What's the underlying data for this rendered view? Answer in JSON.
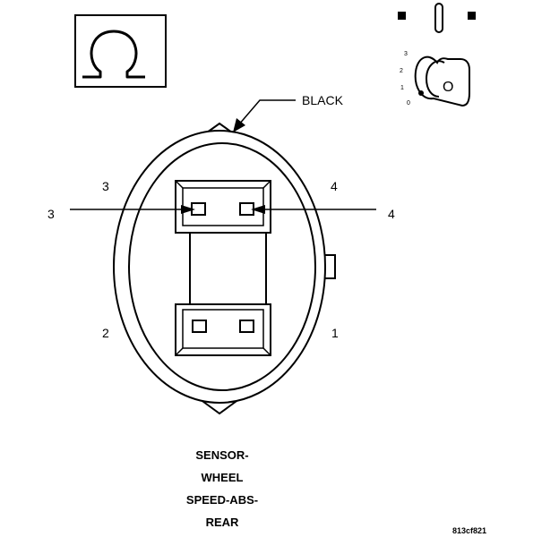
{
  "diagram": {
    "connector_color_label": "BLACK",
    "cavity_labels": {
      "top_left": "3",
      "top_right": "4",
      "bottom_left": "2",
      "bottom_right": "1"
    },
    "terminal_callouts": {
      "left": "3",
      "right": "4"
    },
    "component_name_lines": [
      "SENSOR-",
      "WHEEL",
      "SPEED-ABS-",
      "REAR"
    ],
    "figure_id": "813cf821",
    "ignition_positions": [
      "3",
      "2",
      "1",
      "0"
    ],
    "key_letter": "O",
    "symbol_icon": "omega-resistance-icon",
    "ignition_icon": "ignition-key-icon"
  }
}
